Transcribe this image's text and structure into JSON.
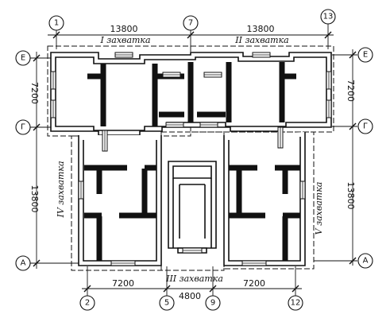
{
  "axes": {
    "x": [
      "1",
      "7",
      "13",
      "2",
      "5",
      "9",
      "12"
    ],
    "y_left": [
      "Е",
      "Г",
      "А"
    ],
    "y_right": [
      "Е",
      "Г",
      "А"
    ]
  },
  "dimensions": {
    "top_left": "13800",
    "top_right": "13800",
    "left_upper": "7200",
    "left_lower": "13800",
    "right_upper": "7200",
    "right_lower": "13800",
    "bottom_left": "7200",
    "bottom_middle": "4800",
    "bottom_right": "7200"
  },
  "zones": {
    "zone_1": "I захватка",
    "zone_2": "II захватка",
    "zone_3": "III захватка",
    "zone_4": "IV захватка",
    "zone_5": "V захватка"
  }
}
